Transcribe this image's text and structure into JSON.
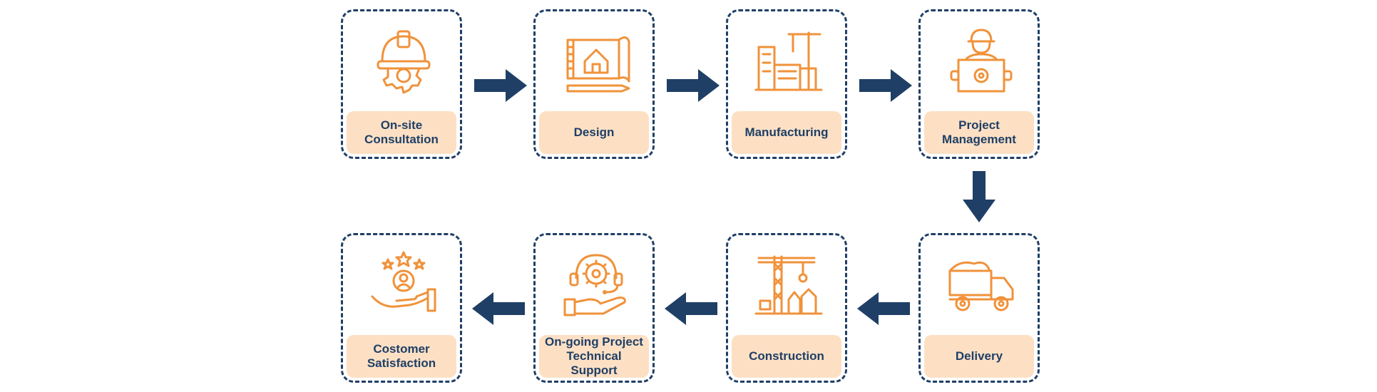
{
  "colors": {
    "accent": "#f0923a",
    "navy": "#1f3f66",
    "label_bg": "#fde0c4"
  },
  "steps": [
    {
      "label": "On-site\nConsultation",
      "icon": "hard-hat-gear-icon"
    },
    {
      "label": "Design",
      "icon": "blueprint-house-icon"
    },
    {
      "label": "Manufacturing",
      "icon": "factory-crane-icon"
    },
    {
      "label": "Project\nManagement",
      "icon": "engineer-board-icon"
    },
    {
      "label": "Delivery",
      "icon": "dump-truck-icon"
    },
    {
      "label": "Construction",
      "icon": "tower-crane-icon"
    },
    {
      "label": "On-going Project\nTechnical Support",
      "icon": "support-headset-gear-icon"
    },
    {
      "label": "Costomer\nSatisfaction",
      "icon": "customer-stars-hand-icon"
    }
  ]
}
